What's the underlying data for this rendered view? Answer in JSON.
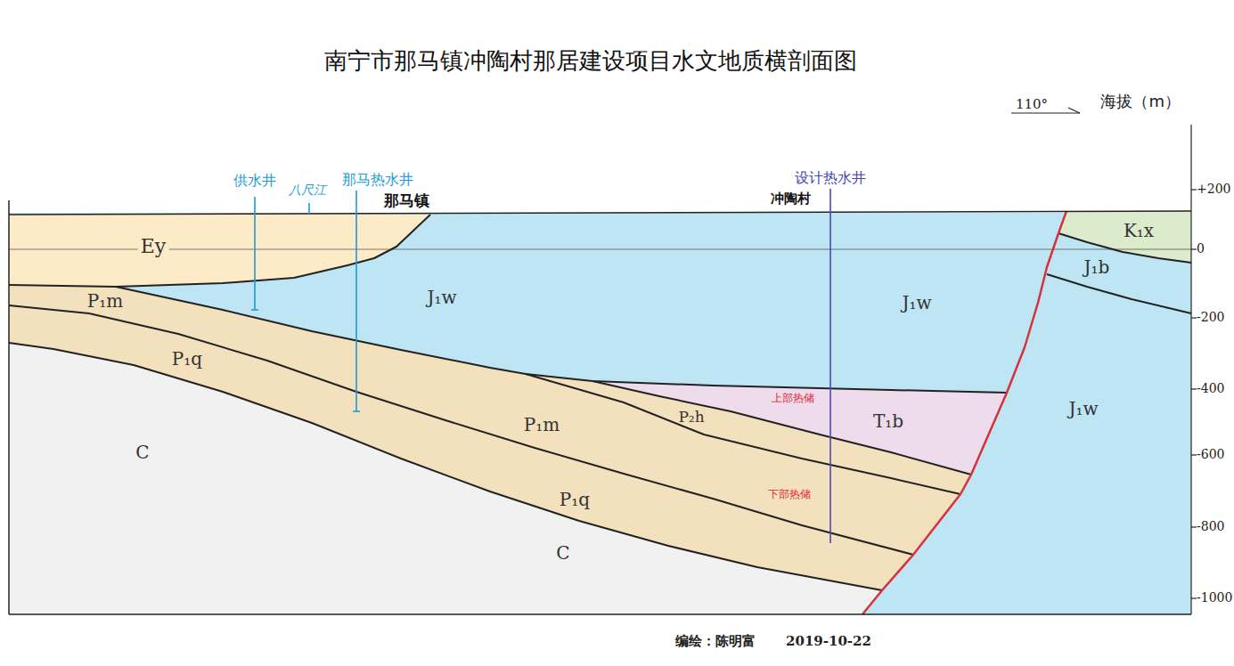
{
  "diagram": {
    "title": "南宁市那马镇冲陶村那居建设项目水文地质横剖面图",
    "labels": [
      "110°",
      "海拔（m）",
      "+200",
      "0",
      "-200",
      "-400",
      "-600",
      "-800",
      "-1000",
      "供水井",
      "八尺江",
      "那马热水井",
      "那马镇",
      "设计热水井",
      "冲陶村",
      "Ey",
      "P₁m",
      "P₁q",
      "C",
      "J₁w",
      "J₁w",
      "J₁w",
      "K₁x",
      "J₁b",
      "P₁m",
      "P₂h",
      "T₁b",
      "P₁q",
      "C",
      "上部热储",
      "下部热储",
      "编绘：陈明富",
      "2019-10-22"
    ]
  }
}
